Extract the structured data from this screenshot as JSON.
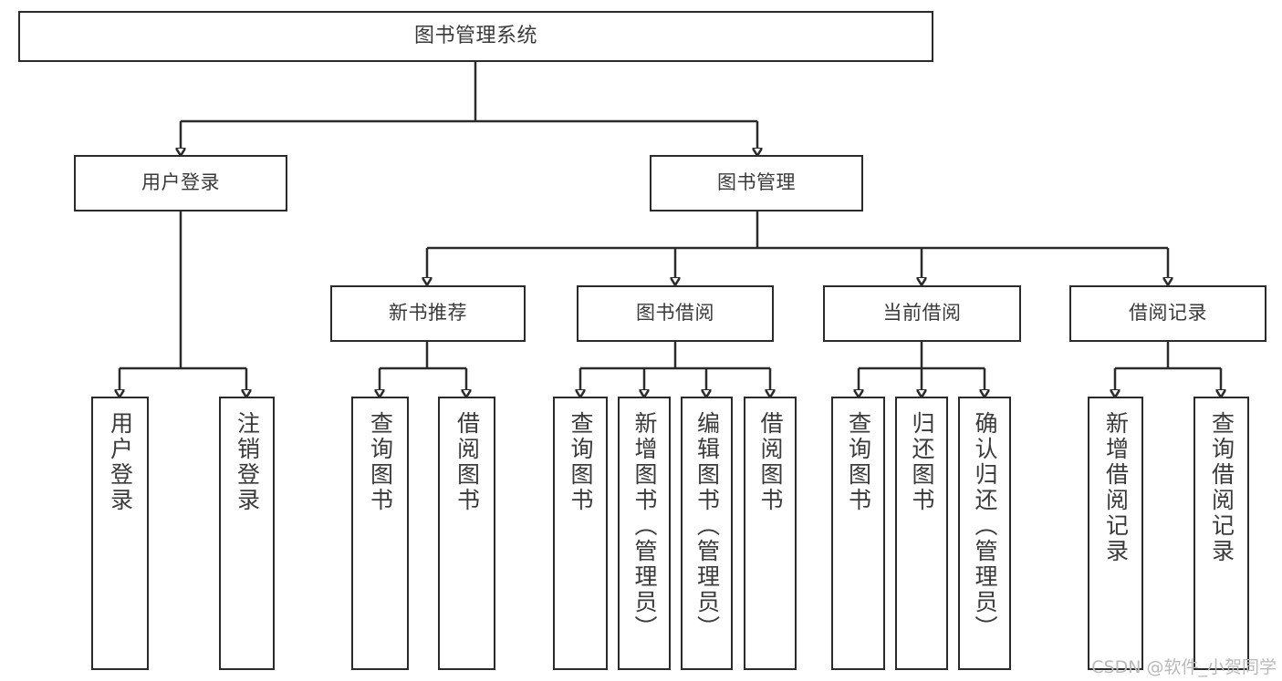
{
  "diagram": {
    "title": "图书管理系统",
    "type": "tree",
    "watermark": "CSDN @软件_小贺同学",
    "colors": {
      "box_border": "#2b2b2b",
      "box_fill": "#ffffff",
      "text": "#3a3a3a",
      "connector": "#2b2b2b",
      "watermark": "#b9b9b9",
      "background": "#ffffff"
    },
    "root": {
      "label": "图书管理系统"
    },
    "level2": [
      {
        "label": "用户登录"
      },
      {
        "label": "图书管理"
      }
    ],
    "level3": [
      {
        "label": "新书推荐"
      },
      {
        "label": "图书借阅"
      },
      {
        "label": "当前借阅"
      },
      {
        "label": "借阅记录"
      }
    ],
    "leaves": {
      "user_login": [
        {
          "label": "用户登录"
        },
        {
          "label": "注销登录"
        }
      ],
      "new_book_recommend": [
        {
          "label": "查询图书"
        },
        {
          "label": "借阅图书"
        }
      ],
      "book_borrow": [
        {
          "label": "查询图书"
        },
        {
          "label": "新增图书（管理员）"
        },
        {
          "label": "编辑图书（管理员）"
        },
        {
          "label": "借阅图书"
        }
      ],
      "current_borrow": [
        {
          "label": "查询图书"
        },
        {
          "label": "归还图书"
        },
        {
          "label": "确认归还（管理员）"
        }
      ],
      "borrow_record": [
        {
          "label": "新增借阅记录"
        },
        {
          "label": "查询借阅记录"
        }
      ]
    }
  }
}
